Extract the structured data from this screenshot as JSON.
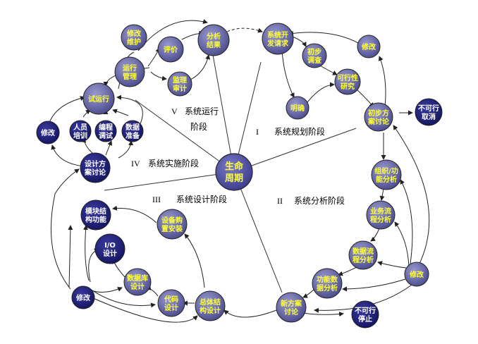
{
  "center": {
    "line1": "生命",
    "line2": "周期"
  },
  "phases": {
    "p1": {
      "num": "I",
      "label": "系统规划阶段"
    },
    "p2": {
      "num": "II",
      "label": "系统分析阶段"
    },
    "p3": {
      "num": "III",
      "label": "系统设计阶段"
    },
    "p4": {
      "num": "IV",
      "label": "系统实施阶段"
    },
    "p5": {
      "num": "V",
      "label": "系统运行",
      "label2": "阶段"
    }
  },
  "nodes": {
    "xtkfqq": [
      "系统开",
      "发请求"
    ],
    "csdc": [
      "初步",
      "调查"
    ],
    "mq": [
      "明确"
    ],
    "kxxyj": [
      "可行性",
      "研究"
    ],
    "xg_top": [
      "修改"
    ],
    "cbfatl": [
      "初步方",
      "案讨论"
    ],
    "bkxqx": [
      "不可行",
      "取消"
    ],
    "zzgnfx": [
      "组织/功",
      "能分析"
    ],
    "ywlcfx": [
      "业务流",
      "程分析"
    ],
    "sjlcfx": [
      "数据流",
      "程分析"
    ],
    "gnsjfx": [
      "功能数",
      "据分析"
    ],
    "xg_right": [
      "修改"
    ],
    "xfatl": [
      "新方案",
      "讨论"
    ],
    "bkxtz": [
      "不可行",
      "停止"
    ],
    "ztjgsj": [
      "总体结",
      "构设计"
    ],
    "dmsj": [
      "代码",
      "设计"
    ],
    "sjksj": [
      "数据库",
      "设计"
    ],
    "iosj": [
      "I/O",
      "设计"
    ],
    "mkjggn": [
      "模块结",
      "构功能"
    ],
    "sbgzaz": [
      "设备购",
      "置安装"
    ],
    "xg_left": [
      "修改"
    ],
    "sjfatl": [
      "设计方",
      "案讨论"
    ],
    "xg_mid": [
      "修改"
    ],
    "rypx": [
      "人员",
      "培训"
    ],
    "bcts": [
      "编程",
      "调试"
    ],
    "sjzb": [
      "数据",
      "准备"
    ],
    "syx": [
      "试运行"
    ],
    "yxgl": [
      "运行",
      "管理"
    ],
    "xgwh": [
      "修改",
      "维护"
    ],
    "pj": [
      "评价"
    ],
    "sjsj": [
      "监理",
      "审计"
    ],
    "fxjg": [
      "分析",
      "结果"
    ]
  }
}
